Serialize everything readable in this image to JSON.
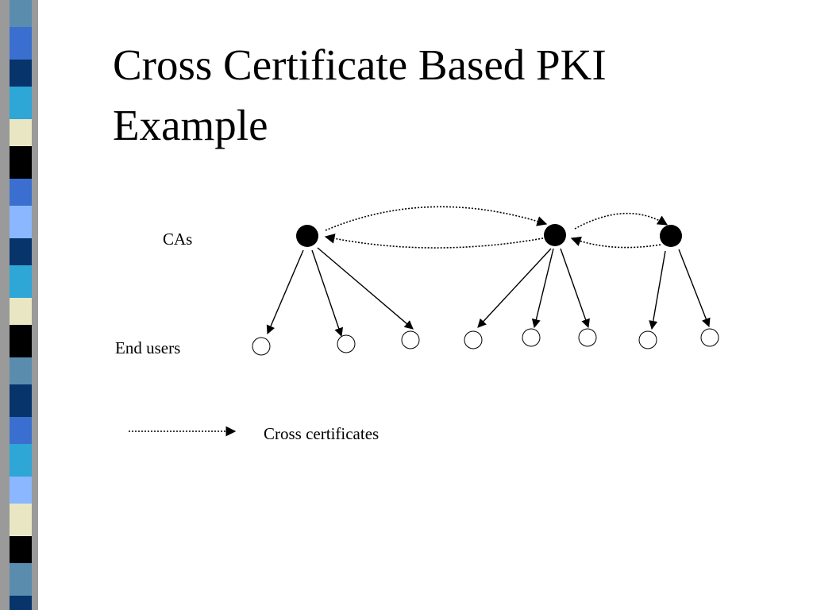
{
  "slide": {
    "title": "Cross Certificate Based  PKI\nExample",
    "labels": {
      "cas": "CAs",
      "end_users": "End users"
    },
    "legend": {
      "cross_certificates": "Cross certificates"
    }
  },
  "colors": {
    "strip": [
      "#5a8cad",
      "#3a6fd0",
      "#06346b",
      "#2ea6d6",
      "#e9e6c4",
      "#000000",
      "#8ab7ff",
      "#005ea8"
    ],
    "ink": "#000000"
  }
}
